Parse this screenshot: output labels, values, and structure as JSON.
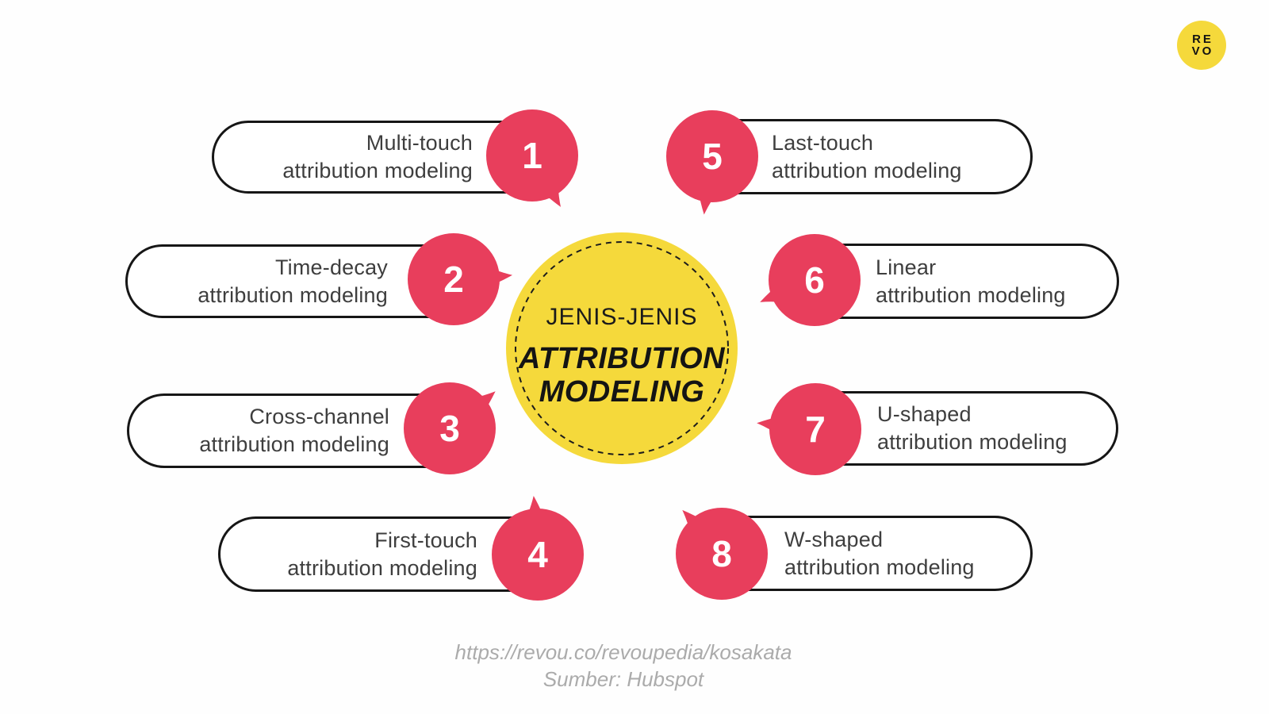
{
  "center": {
    "eyebrow": "JENIS-JENIS",
    "title_line1": "ATTRIBUTION",
    "title_line2": "MODELING"
  },
  "items": [
    {
      "number": "1",
      "title": "Multi-touch",
      "subtitle": "attribution modeling"
    },
    {
      "number": "2",
      "title": "Time-decay",
      "subtitle": "attribution modeling"
    },
    {
      "number": "3",
      "title": "Cross-channel",
      "subtitle": "attribution modeling"
    },
    {
      "number": "4",
      "title": "First-touch",
      "subtitle": "attribution modeling"
    },
    {
      "number": "5",
      "title": "Last-touch",
      "subtitle": "attribution modeling"
    },
    {
      "number": "6",
      "title": "Linear",
      "subtitle": "attribution modeling"
    },
    {
      "number": "7",
      "title": "U-shaped",
      "subtitle": "attribution modeling"
    },
    {
      "number": "8",
      "title": "W-shaped",
      "subtitle": "attribution modeling"
    }
  ],
  "footer": {
    "url": "https://revou.co/revoupedia/kosakata",
    "source": "Sumber: Hubspot"
  },
  "logo": {
    "top": "RE",
    "bottom": "VO"
  },
  "colors": {
    "accent_red": "#E83E5C",
    "accent_yellow": "#F5D93B",
    "pill_border": "#161616",
    "text_dark": "#3E3E3E",
    "footer_gray": "#ABABAB"
  }
}
